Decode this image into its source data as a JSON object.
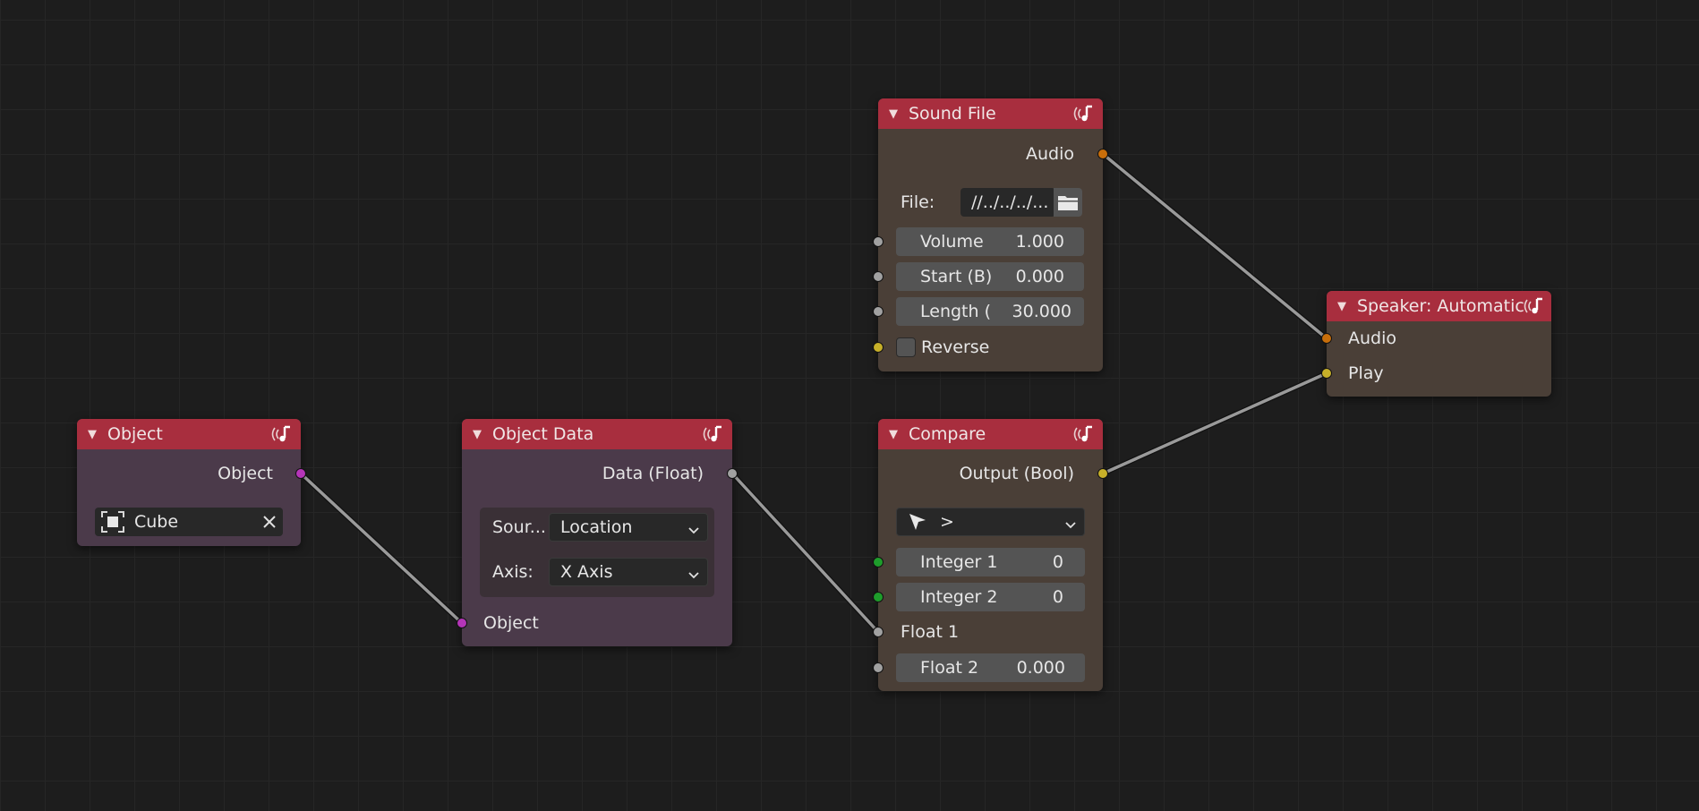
{
  "colors": {
    "node_header": "#a82e3e",
    "node_body": "#4a3f37",
    "node_body_object": "#4b3a4a",
    "socket_audio": "#c86e0a",
    "socket_bool": "#c7b029",
    "socket_object": "#b535b8",
    "socket_integer": "#1e9d2b",
    "socket_float": "#a1a1a1",
    "link": "#9a9a9a",
    "grid_background": "#1d1d1d"
  },
  "nodes": {
    "sound_file": {
      "title": "Sound File",
      "icon": "speaker-note-icon",
      "output_audio": "Audio",
      "file_label": "File:",
      "file_value": "//../../../...",
      "file_icon": "folder-icon",
      "volume_label": "Volume",
      "volume_value": "1.000",
      "start_label": "Start (B)",
      "start_value": "0.000",
      "length_label": "Length (",
      "length_value": "30.000",
      "reverse_label": "Reverse"
    },
    "speaker": {
      "title": "Speaker: Automatic",
      "icon": "speaker-note-icon",
      "input_audio": "Audio",
      "input_play": "Play"
    },
    "object": {
      "title": "Object",
      "icon": "speaker-note-icon",
      "output_object": "Object",
      "object_value": "Cube",
      "object_icon": "object-cube-icon",
      "clear_icon": "close-icon"
    },
    "object_data": {
      "title": "Object Data",
      "icon": "speaker-note-icon",
      "output_data": "Data (Float)",
      "source_label": "Sour...",
      "source_value": "Location",
      "axis_label": "Axis:",
      "axis_value": "X Axis",
      "input_object": "Object"
    },
    "compare": {
      "title": "Compare",
      "icon": "speaker-note-icon",
      "output_bool": "Output (Bool)",
      "operator_value": ">",
      "operator_icon": "cursor-arrow-icon",
      "integer1_label": "Integer 1",
      "integer1_value": "0",
      "integer2_label": "Integer 2",
      "integer2_value": "0",
      "float1_label": "Float 1",
      "float2_label": "Float 2",
      "float2_value": "0.000"
    }
  }
}
